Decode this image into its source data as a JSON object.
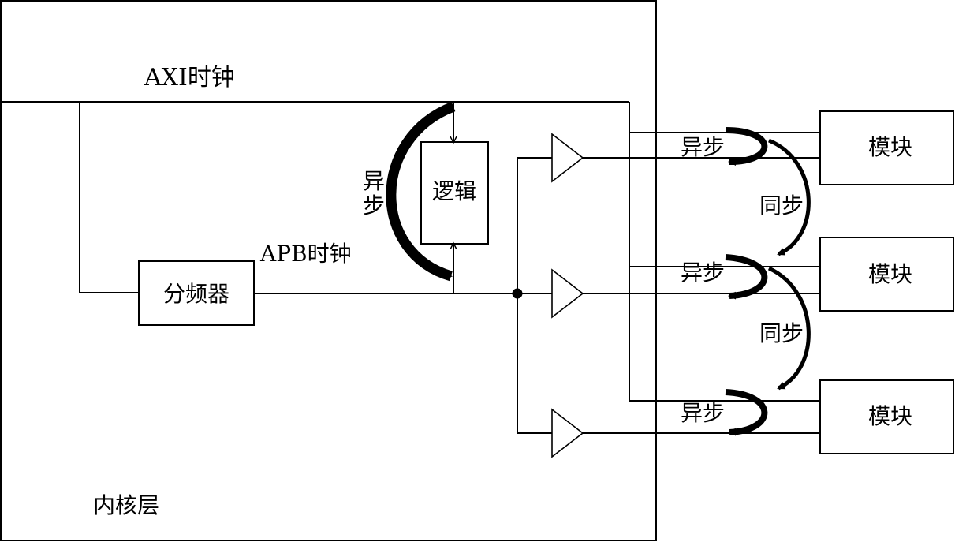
{
  "labels": {
    "axi_clock": "AXI时钟",
    "apb_clock": "APB时钟",
    "divider": "分频器",
    "logic": "逻辑",
    "async_vertical_top": "异",
    "async_vertical_bottom": "步",
    "async": "异步",
    "sync": "同步",
    "module": "模块",
    "core_layer": "内核层"
  },
  "colors": {
    "ink": "#000000",
    "background": "#ffffff"
  }
}
